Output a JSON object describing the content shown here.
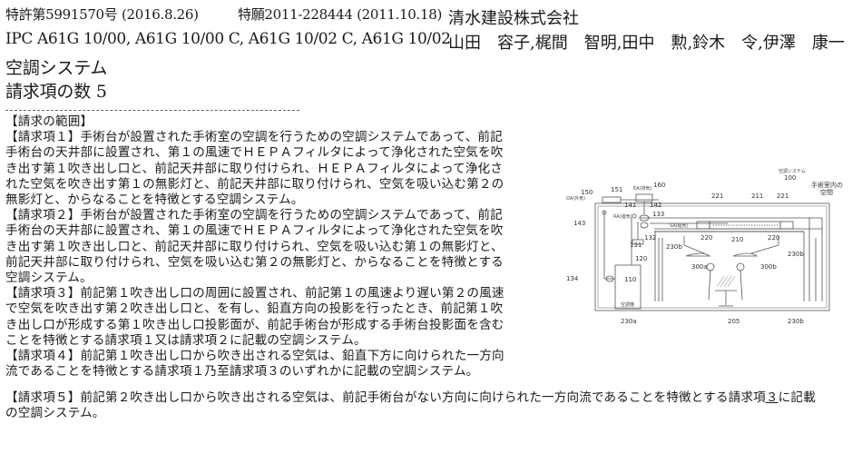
{
  "header": {
    "patent_number": "特許第5991570号 (2016.8.26)",
    "application_number": "特願2011-228444 (2011.10.18)",
    "ipc": "IPC A61G 10/00, A61G 10/00 C, A61G 10/02 C, A61G 10/02",
    "title": "空調システム",
    "claim_count": "請求項の数 5",
    "applicant": "清水建設株式会社",
    "inventors": "山田　容子,梶間　智明,田中　勲,鈴木　令,伊澤　康一"
  },
  "claims": {
    "heading": "【請求の範囲】",
    "lines": [
      "【請求項１】手術台が設置された手術室の空調を行うための空調システムであって、前記",
      "手術台の天井部に設置され、第１の風速でＨＥＰＡフィルタによって浄化された空気を吹",
      "き出す第１吹き出し口と、前記天井部に取り付けられ、ＨＥＰＡフィルタによって浄化さ",
      "れた空気を吹き出す第１の無影灯と、前記天井部に取り付けられ、空気を吸い込む第２の",
      "無影灯と、からなることを特徴とする空調システム。",
      "【請求項２】手術台が設置された手術室の空調を行うための空調システムであって、前記",
      "手術台の天井部に設置され、第１の風速でＨＥＰＡフィルタによって浄化された空気を吹",
      "き出す第１吹き出し口と、前記天井部に取り付けられ、空気を吸い込む第１の無影灯と、",
      "前記天井部に取り付けられ、空気を吸い込む第２の無影灯と、からなることを特徴とする",
      "空調システム。",
      "【請求項３】前記第１吹き出し口の周囲に設置され、前記第１の風速より遅い第２の風速",
      "で空気を吹き出す第２吹き出し口と、を有し、鉛直方向の投影を行ったとき、前記第１吹",
      "き出し口が形成する第１吹き出し口投影面が、前記手術台が形成する手術台投影面を含む",
      "ことを特徴とする請求項１又は請求項２に記載の空調システム。",
      "【請求項４】前記第１吹き出し口から吹き出される空気は、鉛直下方に向けられた一方向",
      "流であることを特徴とする請求項１乃至請求項３のいずれかに記載の空調システム。"
    ],
    "claim5": {
      "line1_before": "【請求項５】前記第２吹き出し口から吹き出される空気は、前記手術台がない方向に向けられた一方向流であることを特徴とする請求項",
      "line1_ref": "３",
      "line1_after": "に記載",
      "line2": "の空調システム。"
    }
  },
  "figure": {
    "labels": {
      "system": "空調システム",
      "system_num": "100",
      "room_space": "手術室内の",
      "room_space2": "空間",
      "oa": "OA(外気)",
      "ea": "EA(排気)",
      "ra": "RA(還気)",
      "sa": "SA(給気)",
      "unit": "空調機",
      "n150": "150",
      "n151": "151",
      "n160": "160",
      "n141": "141",
      "n142": "142",
      "n143": "143",
      "n133": "133",
      "n132": "132",
      "n131": "131",
      "n120": "120",
      "n134": "134",
      "n110": "110",
      "n221a": "221",
      "n211": "211",
      "n221b": "221",
      "n220a": "220",
      "n210": "210",
      "n220b": "220",
      "n230b1": "230b",
      "n230b2": "230b",
      "n230b3": "230b",
      "n230a": "230a",
      "n300a": "300a",
      "n300b": "300b",
      "n205": "205"
    }
  }
}
